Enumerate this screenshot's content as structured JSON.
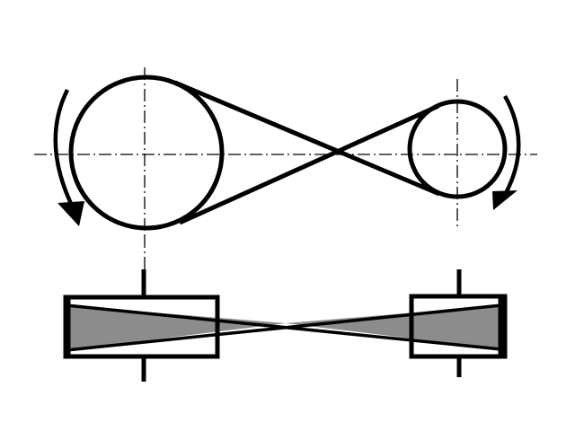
{
  "diagram": {
    "kind": "crossed belt drive",
    "colors": {
      "stroke": "#000000",
      "belt_fill": "#8c8c8c",
      "background": "#ffffff"
    },
    "rotation": {
      "large_pulley": "counterclockwise",
      "small_pulley": "clockwise"
    }
  }
}
